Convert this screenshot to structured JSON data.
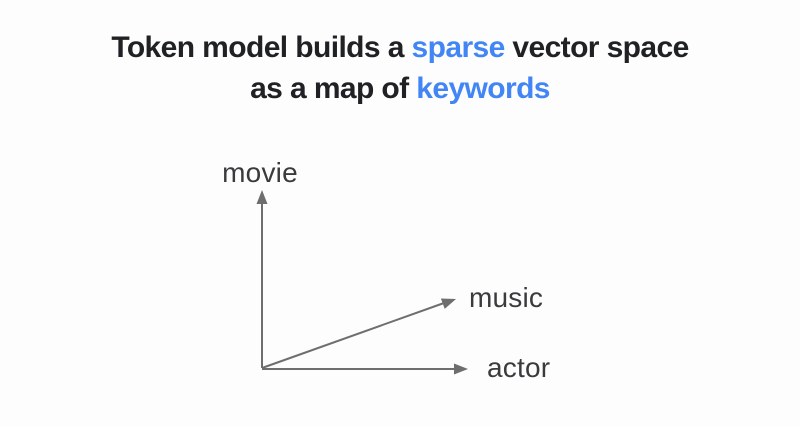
{
  "title": {
    "line1": {
      "part1": "Token model builds a ",
      "highlight": "sparse",
      "part2": " vector space"
    },
    "line2": {
      "part1": "as a map of ",
      "highlight": "keywords"
    }
  },
  "diagram": {
    "axis_labels": {
      "vertical": "movie",
      "horizontal": "actor",
      "diagonal": "music"
    }
  },
  "colors": {
    "background": "#fdfdfd",
    "title_text": "#202124",
    "title_highlight": "#4285f4",
    "arrow": "#6e6e6e",
    "axis_label_text": "#3a3b3d"
  }
}
